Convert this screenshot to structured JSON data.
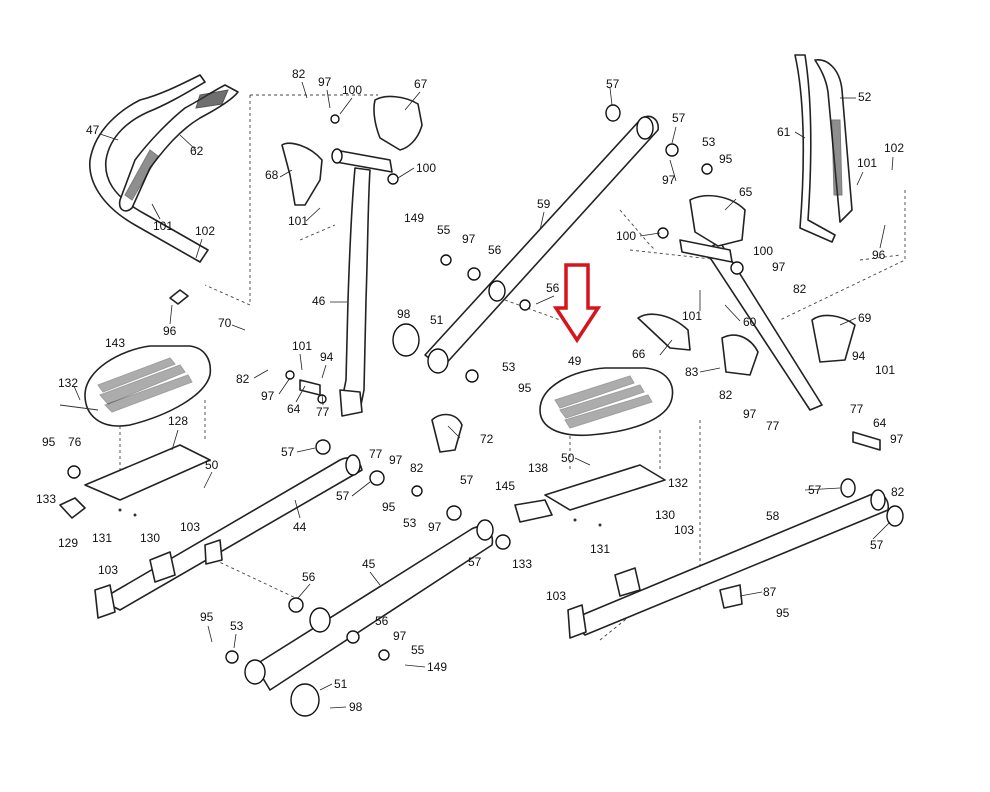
{
  "diagram": {
    "highlight": {
      "part": "49",
      "arrow_color": "#d6141b"
    },
    "labels": {
      "l82a": "82",
      "l97a": "97",
      "l100a": "100",
      "l67": "67",
      "l47": "47",
      "l62": "62",
      "l68": "68",
      "l101a": "101",
      "l100b": "100",
      "l102a": "102",
      "l96a": "96",
      "l46": "46",
      "l70": "70",
      "l101b": "101",
      "l94a": "94",
      "l82b": "82",
      "l97b": "97",
      "l64a": "64",
      "l77a": "77",
      "l143": "143",
      "l132a": "132",
      "l128": "128",
      "l95a": "95",
      "l76": "76",
      "l50a": "50",
      "l133a": "133",
      "l129": "129",
      "l131a": "131",
      "l130a": "130",
      "l103a": "103",
      "l103b": "103",
      "l57a": "57",
      "l57b": "57",
      "l77b": "77",
      "l97c": "97",
      "l82c": "82",
      "l72": "72",
      "l44": "44",
      "l95b": "95",
      "l53a": "53",
      "l97d": "97",
      "l57c": "57",
      "l57d": "57",
      "l98a": "98",
      "l51a": "51",
      "l53b": "53",
      "l95c": "95",
      "l149a": "149",
      "l55a": "55",
      "l97e": "97",
      "l56a": "56",
      "l59": "59",
      "l56b": "56",
      "l49": "49",
      "l57e": "57",
      "l57f": "57",
      "l53c": "53",
      "l95d": "95",
      "l97f": "97",
      "l65": "65",
      "l100c": "100",
      "l100d": "100",
      "l97g": "97",
      "l82d": "82",
      "l101c": "101",
      "l60": "60",
      "l66": "66",
      "l52": "52",
      "l61": "61",
      "l101d": "101",
      "l102b": "102",
      "l96b": "96",
      "l69": "69",
      "l94b": "94",
      "l101e": "101",
      "l83": "83",
      "l82e": "82",
      "l97h": "97",
      "l77c": "77",
      "l77d": "77",
      "l64b": "64",
      "l97i": "97",
      "l82f": "82",
      "l138": "138",
      "l50b": "50",
      "l145": "145",
      "l132b": "132",
      "l130b": "130",
      "l103c": "103",
      "l131b": "131",
      "l133b": "133",
      "l103d": "103",
      "l57g": "57",
      "l58": "58",
      "l57h": "57",
      "l87": "87",
      "l95e": "95",
      "l45": "45",
      "l56c": "56",
      "l56d": "56",
      "l97j": "97",
      "l55b": "55",
      "l149b": "149",
      "l95f": "95",
      "l53d": "53",
      "l51b": "51",
      "l98b": "98"
    }
  }
}
